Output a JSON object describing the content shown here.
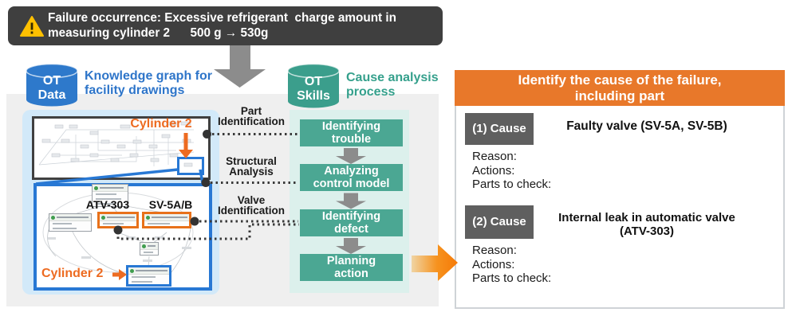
{
  "banner": {
    "icon": "warning-triangle",
    "line1": "Failure occurrence: Excessive refrigerant  charge amount in",
    "line2": "measuring cylinder 2      500 g → 530g"
  },
  "sources": {
    "ot_data": {
      "cyl_line1": "OT",
      "cyl_line2": "Data",
      "caption_line1": "Knowledge graph for",
      "caption_line2": "facility drawings"
    },
    "ot_skills": {
      "cyl_line1": "OT",
      "cyl_line2": "Skills",
      "caption_line1": "Cause analysis",
      "caption_line2": "process"
    }
  },
  "knowledge": {
    "overview_callout": "Cylinder 2",
    "atv_label": "ATV-303",
    "sv_label": "SV-5A/B",
    "detail_callout": "Cylinder 2"
  },
  "process": {
    "steps": [
      {
        "note_line1": "Part",
        "note_line2": "Identification",
        "box_line1": "Identifying",
        "box_line2": "trouble"
      },
      {
        "note_line1": "Structural",
        "note_line2": "Analysis",
        "box_line1": "Analyzing",
        "box_line2": "control model"
      },
      {
        "note_line1": "Valve",
        "note_line2": "Identification",
        "box_line1": "Identifying",
        "box_line2": "defect"
      },
      {
        "box_line1": "Planning",
        "box_line2": "action"
      }
    ]
  },
  "result": {
    "title_line1": "Identify the cause of the failure,",
    "title_line2": "including part",
    "causes": [
      {
        "badge": "(1) Cause",
        "title": "Faulty valve (SV-5A, SV-5B)",
        "fields": [
          "Reason:",
          "Actions:",
          "Parts to check:"
        ]
      },
      {
        "badge": "(2) Cause",
        "title_line1": "Internal leak in automatic valve",
        "title_line2": "(ATV-303)",
        "fields": [
          "Reason:",
          "Actions:",
          "Parts to check:"
        ]
      }
    ]
  },
  "icons": {
    "warning-icon": "yellow triangle with !",
    "flow-down-arrow-icon": "gray block arrow down",
    "step-arrow-icon": "gray block arrow down",
    "result-arrow-icon": "orange gradient block arrow right",
    "pointer-arrow-icon": "orange arrow",
    "database-icon": "cylinder"
  },
  "colors": {
    "banner_bg": "#3F3F3F",
    "warning_yellow": "#FFC000",
    "blue_accent": "#2E78CC",
    "teal_accent": "#3B9E8C",
    "process_box": "#4BA793",
    "panel_blue": "#D2E9F9",
    "panel_teal": "#DCF0EC",
    "panel_gray": "#EFEFEF",
    "orange_accent": "#ED6B21",
    "result_header_bg": "#E8782A",
    "badge_gray": "#5F5F5F",
    "graph_border_blue": "#2878D4"
  }
}
